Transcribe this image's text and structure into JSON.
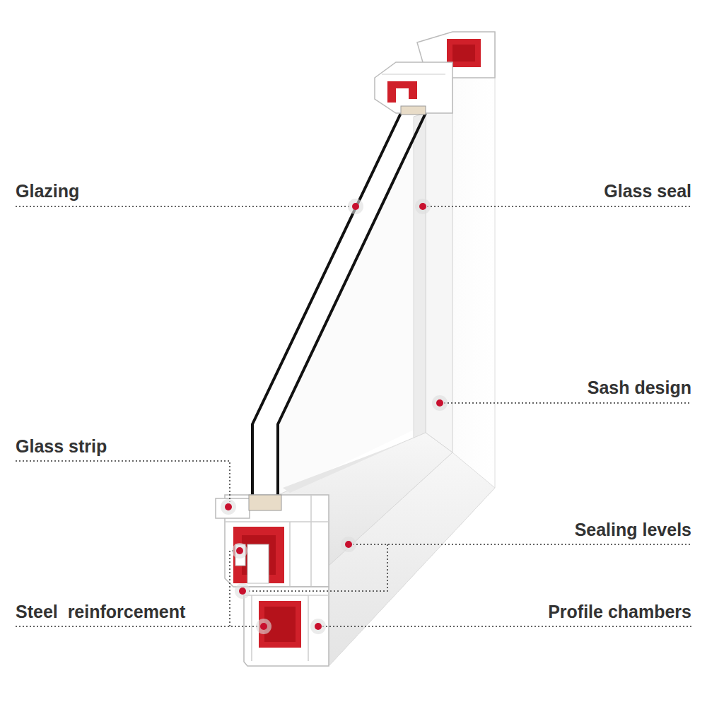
{
  "diagram": {
    "labels": [
      "Glazing",
      "Glass seal",
      "Sash design",
      "Glass strip",
      "Sealing levels",
      "Steel  reinforcement",
      "Profile chambers"
    ]
  }
}
